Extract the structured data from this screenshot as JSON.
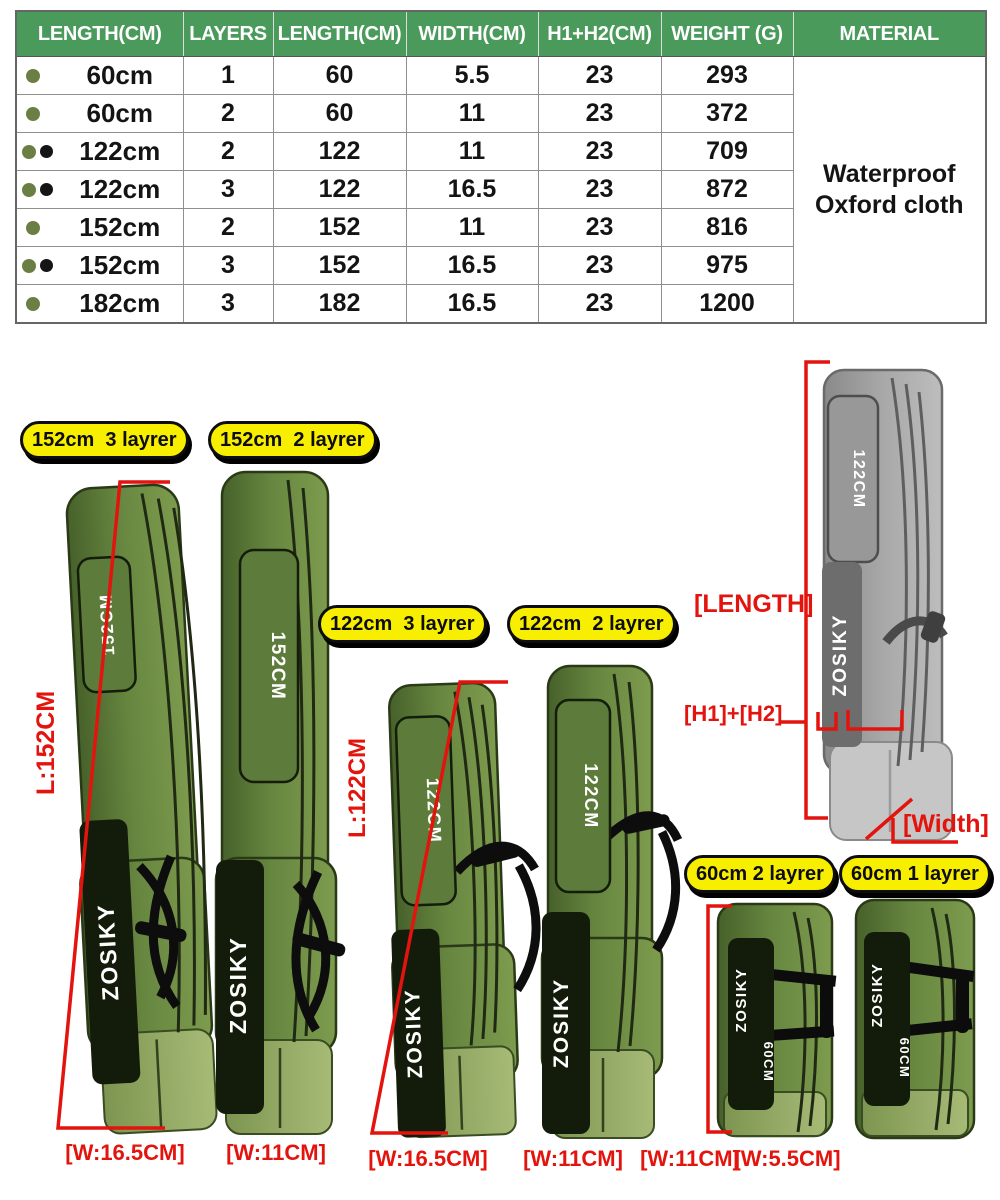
{
  "colors": {
    "header_green": "#4a9a5c",
    "accent_red": "#e3140e",
    "tag_yellow": "#f7ee00",
    "bag_green": "#66853f",
    "bag_panel_dark": "#131c0a",
    "dot_green": "#6b7f45",
    "dot_black": "#151515"
  },
  "table": {
    "headers": [
      "LENGTH(CM)",
      "LAYERS",
      "LENGTH(CM)",
      "WIDTH(CM)",
      "H1+H2(CM)",
      "WEIGHT (G)",
      "MATERIAL"
    ],
    "rows": [
      {
        "dots": [
          "green"
        ],
        "length_label": "60cm",
        "layers": "1",
        "length": "60",
        "width": "5.5",
        "h1h2": "23",
        "weight": "293"
      },
      {
        "dots": [
          "green"
        ],
        "length_label": "60cm",
        "layers": "2",
        "length": "60",
        "width": "11",
        "h1h2": "23",
        "weight": "372"
      },
      {
        "dots": [
          "green",
          "black"
        ],
        "length_label": "122cm",
        "layers": "2",
        "length": "122",
        "width": "11",
        "h1h2": "23",
        "weight": "709"
      },
      {
        "dots": [
          "green",
          "black"
        ],
        "length_label": "122cm",
        "layers": "3",
        "length": "122",
        "width": "16.5",
        "h1h2": "23",
        "weight": "872"
      },
      {
        "dots": [
          "green"
        ],
        "length_label": "152cm",
        "layers": "2",
        "length": "152",
        "width": "11",
        "h1h2": "23",
        "weight": "816"
      },
      {
        "dots": [
          "green",
          "black"
        ],
        "length_label": "152cm",
        "layers": "3",
        "length": "152",
        "width": "16.5",
        "h1h2": "23",
        "weight": "975"
      },
      {
        "dots": [
          "green"
        ],
        "length_label": "182cm",
        "layers": "3",
        "length": "182",
        "width": "16.5",
        "h1h2": "23",
        "weight": "1200"
      }
    ],
    "material": "Waterproof Oxford cloth"
  },
  "size_tags": [
    "152cm  3 layrer",
    "152cm  2 layrer",
    "122cm  3 layrer",
    "122cm  2 layrer",
    "60cm 2 layrer",
    "60cm 1 layrer"
  ],
  "dimension_labels": {
    "left_length": "L:152CM",
    "mid_length": "L:122CM",
    "length": "[LENGTH]",
    "h1_h2": "[H1]+[H2]",
    "width": "[Width]",
    "w_labels": [
      "[W:16.5CM]",
      "[W:11CM]",
      "[W:16.5CM]",
      "[W:11CM]",
      "[W:11CM]",
      "[W:5.5CM]"
    ]
  },
  "bags": {
    "brand": "ZOSIKY",
    "pocket_152": "152CM",
    "pocket_122": "122CM",
    "pocket_60": "60CM"
  }
}
